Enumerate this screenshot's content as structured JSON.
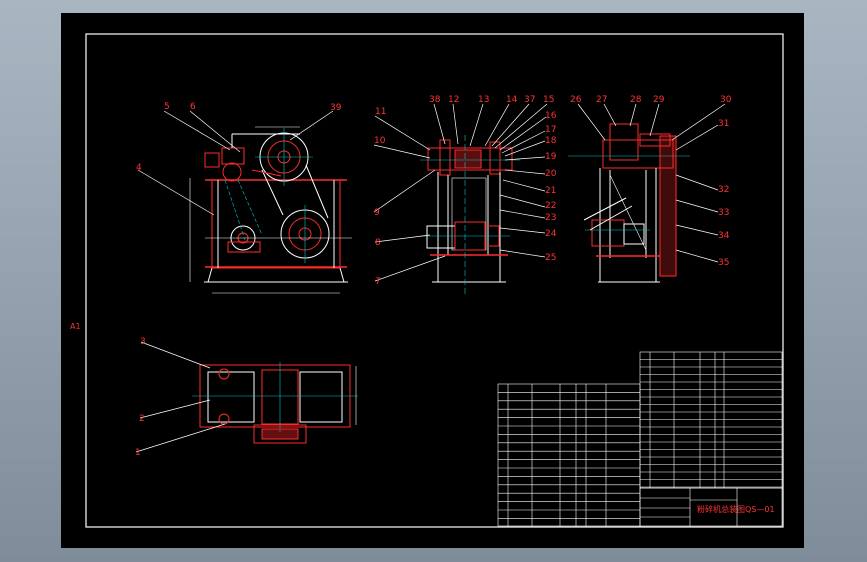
{
  "colors": {
    "sheet": "#000000",
    "frame": "#ffffff",
    "outline": "#ff2a2a",
    "centerline": "#00c8c8",
    "hatch": "#ff2a2a",
    "label": "#ff3333",
    "leader": "#ffffff",
    "dimension": "#ffffff",
    "tableLine": "#ffffff",
    "tableText": "#ff3333"
  },
  "side_label": "A1",
  "part_numbers": {
    "front_view": [
      "5",
      "6",
      "4",
      "39"
    ],
    "side_view": [
      "11",
      "10",
      "9",
      "8",
      "7",
      "38",
      "12",
      "13",
      "14",
      "37",
      "15",
      "16",
      "17",
      "18",
      "19",
      "20",
      "21",
      "22",
      "23",
      "24",
      "25"
    ],
    "right_view": [
      "26",
      "27",
      "28",
      "29",
      "30",
      "31",
      "32",
      "33",
      "34",
      "35"
    ],
    "top_view": [
      "3",
      "2",
      "1"
    ]
  },
  "title_block": {
    "title": "粉碎机总装图",
    "drawing_no": "QS—01"
  }
}
